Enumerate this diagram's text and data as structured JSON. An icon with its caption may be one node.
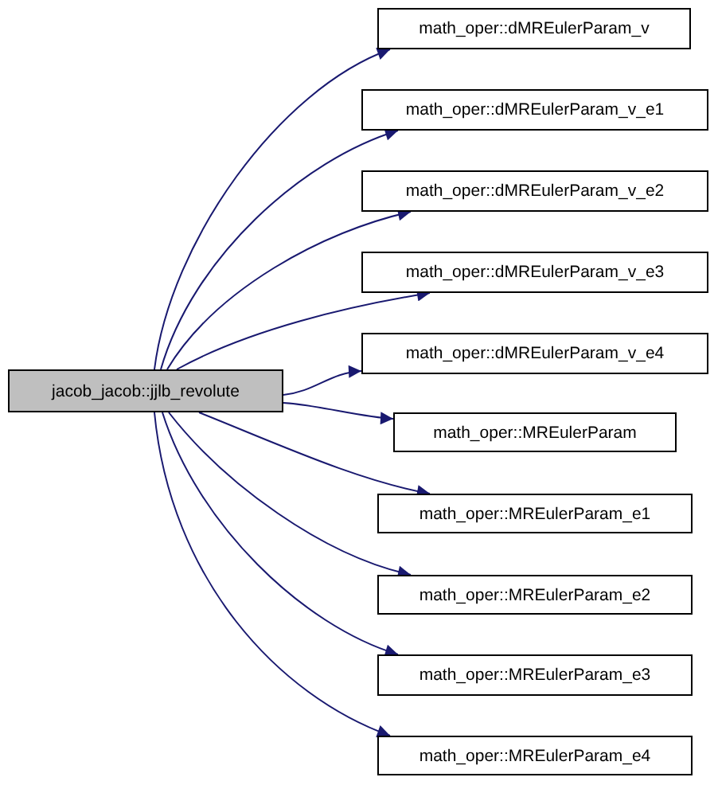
{
  "diagram": {
    "nodes": [
      {
        "text": [
          "jacob_jacob::jjlb_revolute"
        ]
      },
      {
        "text": [
          "math_oper::dMREulerParam_v"
        ]
      },
      {
        "text": [
          "math_oper::dMREulerParam_v_e1"
        ]
      },
      {
        "text": [
          "math_oper::dMREulerParam_v_e2"
        ]
      },
      {
        "text": [
          "math_oper::dMREulerParam_v_e3"
        ]
      },
      {
        "text": [
          "math_oper::dMREulerParam_v_e4"
        ]
      },
      {
        "text": [
          "math_oper::MREulerParam"
        ]
      },
      {
        "text": [
          "math_oper::MREulerParam_e1"
        ]
      },
      {
        "text": [
          "math_oper::MREulerParam_e2"
        ]
      },
      {
        "text": [
          "math_oper::MREulerParam_e3"
        ]
      },
      {
        "text": [
          "math_oper::MREulerParam_e4"
        ]
      }
    ],
    "edges": [
      {
        "from": 0,
        "to": 1,
        "arrow": "to"
      },
      {
        "from": 0,
        "to": 2,
        "arrow": "to"
      },
      {
        "from": 0,
        "to": 3,
        "arrow": "to"
      },
      {
        "from": 0,
        "to": 4,
        "arrow": "to"
      },
      {
        "from": 0,
        "to": 5,
        "arrow": "to"
      },
      {
        "from": 0,
        "to": 6,
        "arrow": "to"
      },
      {
        "from": 0,
        "to": 7,
        "arrow": "to"
      },
      {
        "from": 0,
        "to": 8,
        "arrow": "to"
      },
      {
        "from": 0,
        "to": 9,
        "arrow": "to"
      },
      {
        "from": 0,
        "to": 10,
        "arrow": "to"
      }
    ]
  }
}
